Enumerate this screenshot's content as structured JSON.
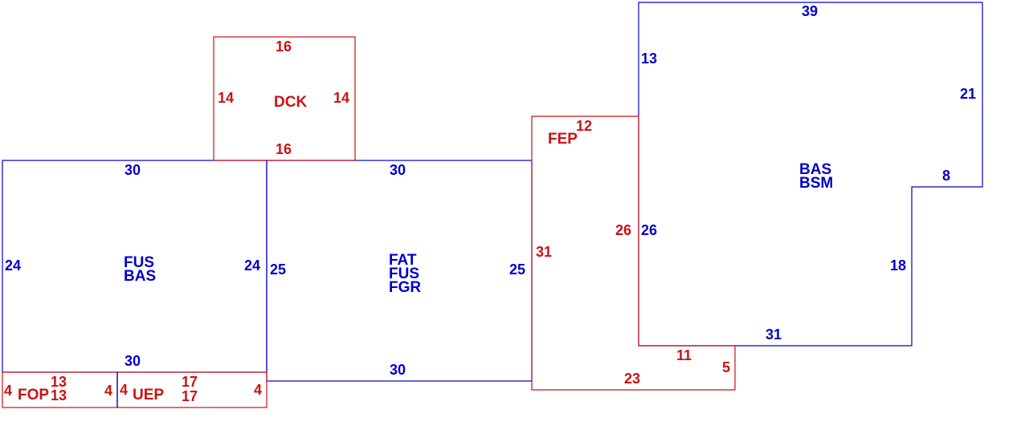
{
  "colors": {
    "living": "#0000cc",
    "exterior": "#cc1111",
    "background": "#ffffff"
  },
  "areas": {
    "fus_bas": {
      "codes": [
        "FUS",
        "BAS"
      ],
      "dims": {
        "top": "30",
        "bottom": "30",
        "left": "24",
        "right": "24"
      }
    },
    "fat_fus_fgr": {
      "codes": [
        "FAT",
        "FUS",
        "FGR"
      ],
      "dims": {
        "top": "30",
        "bottom": "30",
        "left": "25",
        "right": "25"
      }
    },
    "dck": {
      "code": "DCK",
      "dims": {
        "top": "16",
        "bottom": "16",
        "left": "14",
        "right": "14"
      }
    },
    "fep": {
      "code": "FEP",
      "dims": {
        "top": "12",
        "left": "31",
        "right": "26",
        "bottom": "23",
        "notch_top": "11",
        "notch_right": "5"
      }
    },
    "bas_bsm": {
      "codes": [
        "BAS",
        "BSM"
      ],
      "dims": {
        "top": "39",
        "left_upper": "13",
        "left_lower": "26",
        "right_upper": "21",
        "step": "8",
        "right_lower": "18",
        "bottom": "31"
      }
    },
    "fop": {
      "code": "FOP",
      "dims": {
        "top": "13",
        "bottom": "13",
        "left": "4",
        "right": "4"
      }
    },
    "uep": {
      "code": "UEP",
      "dims": {
        "top": "17",
        "bottom": "17",
        "left": "4",
        "right": "4"
      }
    }
  }
}
